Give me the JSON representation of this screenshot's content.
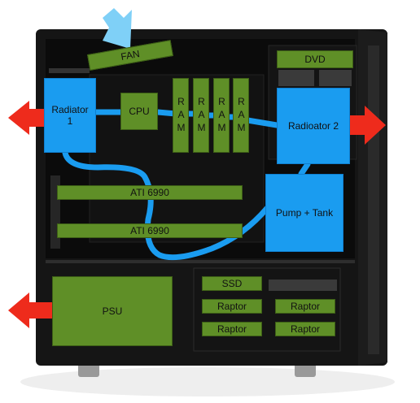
{
  "labels": {
    "fan": "FAN",
    "dvd": "DVD",
    "radiator1": "Radiator\n1",
    "cpu": "CPU",
    "ram": "RAM",
    "radiator2": "Radioator 2",
    "gpu1": "ATI 6990",
    "gpu2": "ATI 6990",
    "pump_tank": "Pump + Tank",
    "psu": "PSU",
    "ssd": "SSD",
    "raptor": "Raptor"
  },
  "colors": {
    "component_green": "#5f8f27",
    "cooling_blue": "#1a9cf0",
    "airflow_red": "#ee2b1c",
    "intake_light_blue": "#7fd0f7",
    "case_black": "#101010"
  },
  "airflow_arrows": [
    {
      "name": "radiator1-exhaust-arrow",
      "direction": "left"
    },
    {
      "name": "radiator2-exhaust-arrow",
      "direction": "right"
    },
    {
      "name": "psu-exhaust-arrow",
      "direction": "left"
    },
    {
      "name": "fan-intake-arrow",
      "direction": "down"
    }
  ]
}
